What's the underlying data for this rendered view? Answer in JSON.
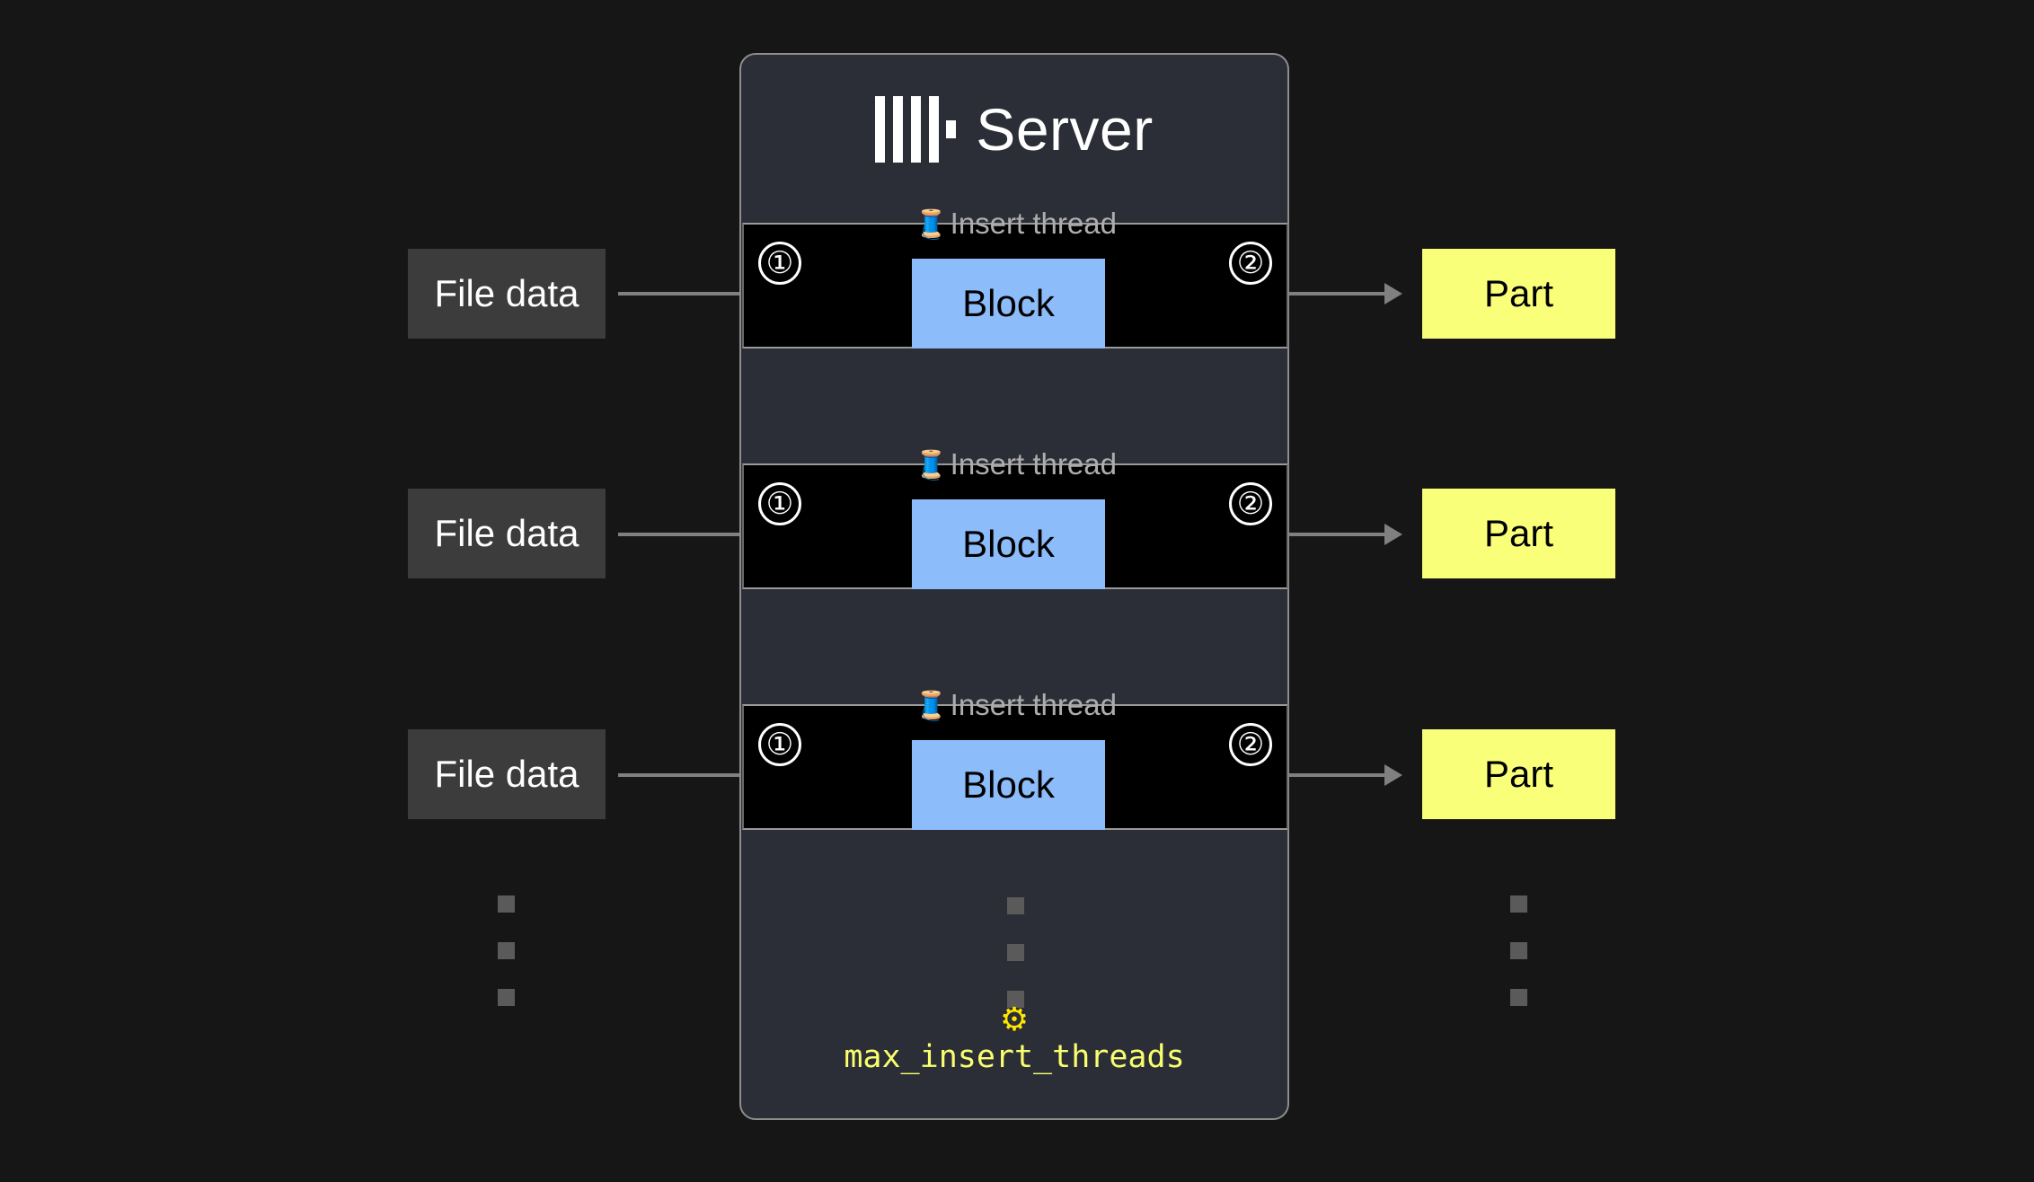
{
  "background_color": "#161616",
  "server": {
    "title": "Server",
    "logo_icon": "clickhouse-logo-icon",
    "panel_color": "#2b2e36",
    "border_color": "#8d8d8d"
  },
  "thread_rows": [
    {
      "label": "Insert thread",
      "emoji": "🧵",
      "step_in": "①",
      "step_out": "②",
      "block_label": "Block",
      "input_label": "File data",
      "output_label": "Part"
    },
    {
      "label": "Insert thread",
      "emoji": "🧵",
      "step_in": "①",
      "step_out": "②",
      "block_label": "Block",
      "input_label": "File data",
      "output_label": "Part"
    },
    {
      "label": "Insert thread",
      "emoji": "🧵",
      "step_in": "①",
      "step_out": "②",
      "block_label": "Block",
      "input_label": "File data",
      "output_label": "Part"
    }
  ],
  "setting": {
    "icon": "gear-icon",
    "glyph": "⚙",
    "name": "max_insert_threads",
    "color": "#faff6e"
  },
  "ellipsis": {
    "glyph": "■",
    "count": 3,
    "color": "#5a5a5a"
  },
  "colors": {
    "block": "#8cbcfa",
    "part": "#faff7a",
    "file_data": "#3c3c3c",
    "arrow": "#808080",
    "thread_band": "#000000",
    "thread_label_text": "#adadad"
  }
}
